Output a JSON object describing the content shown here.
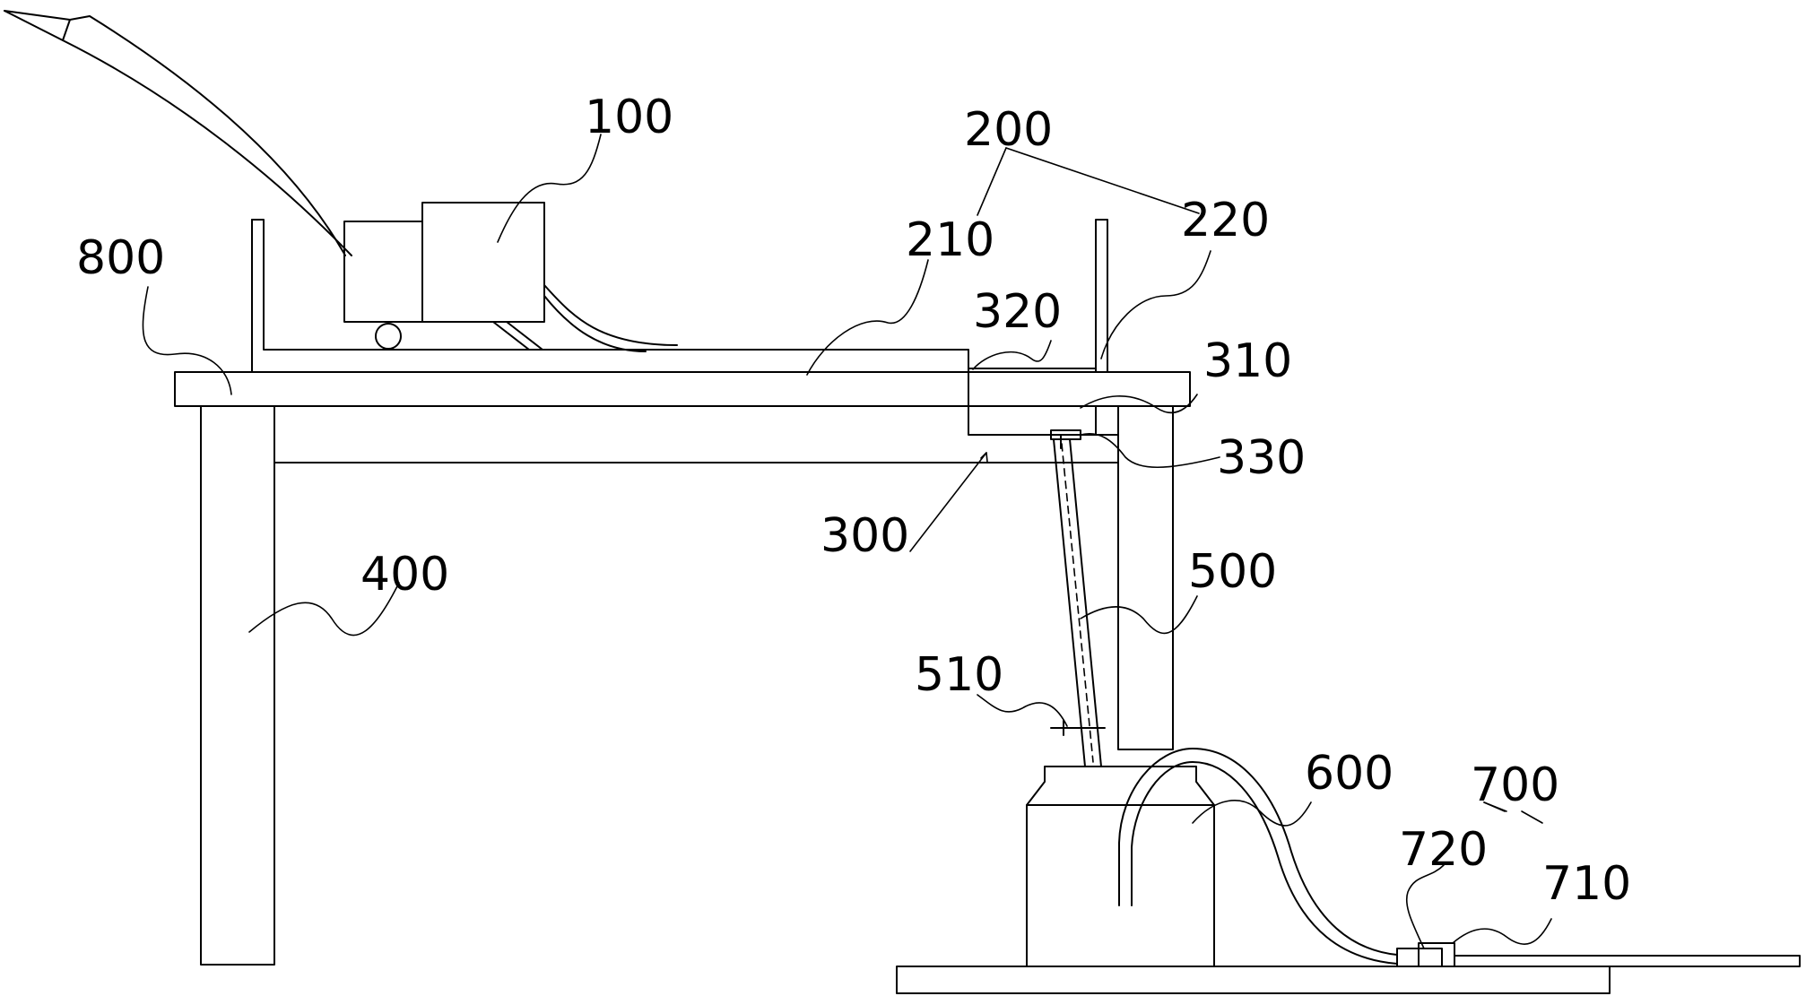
{
  "labels": {
    "l100": "100",
    "l200": "200",
    "l210": "210",
    "l220": "220",
    "l300": "300",
    "l310": "310",
    "l320": "320",
    "l330": "330",
    "l400": "400",
    "l500": "500",
    "l510": "510",
    "l600": "600",
    "l700": "700",
    "l710": "710",
    "l720": "720",
    "l800": "800"
  }
}
